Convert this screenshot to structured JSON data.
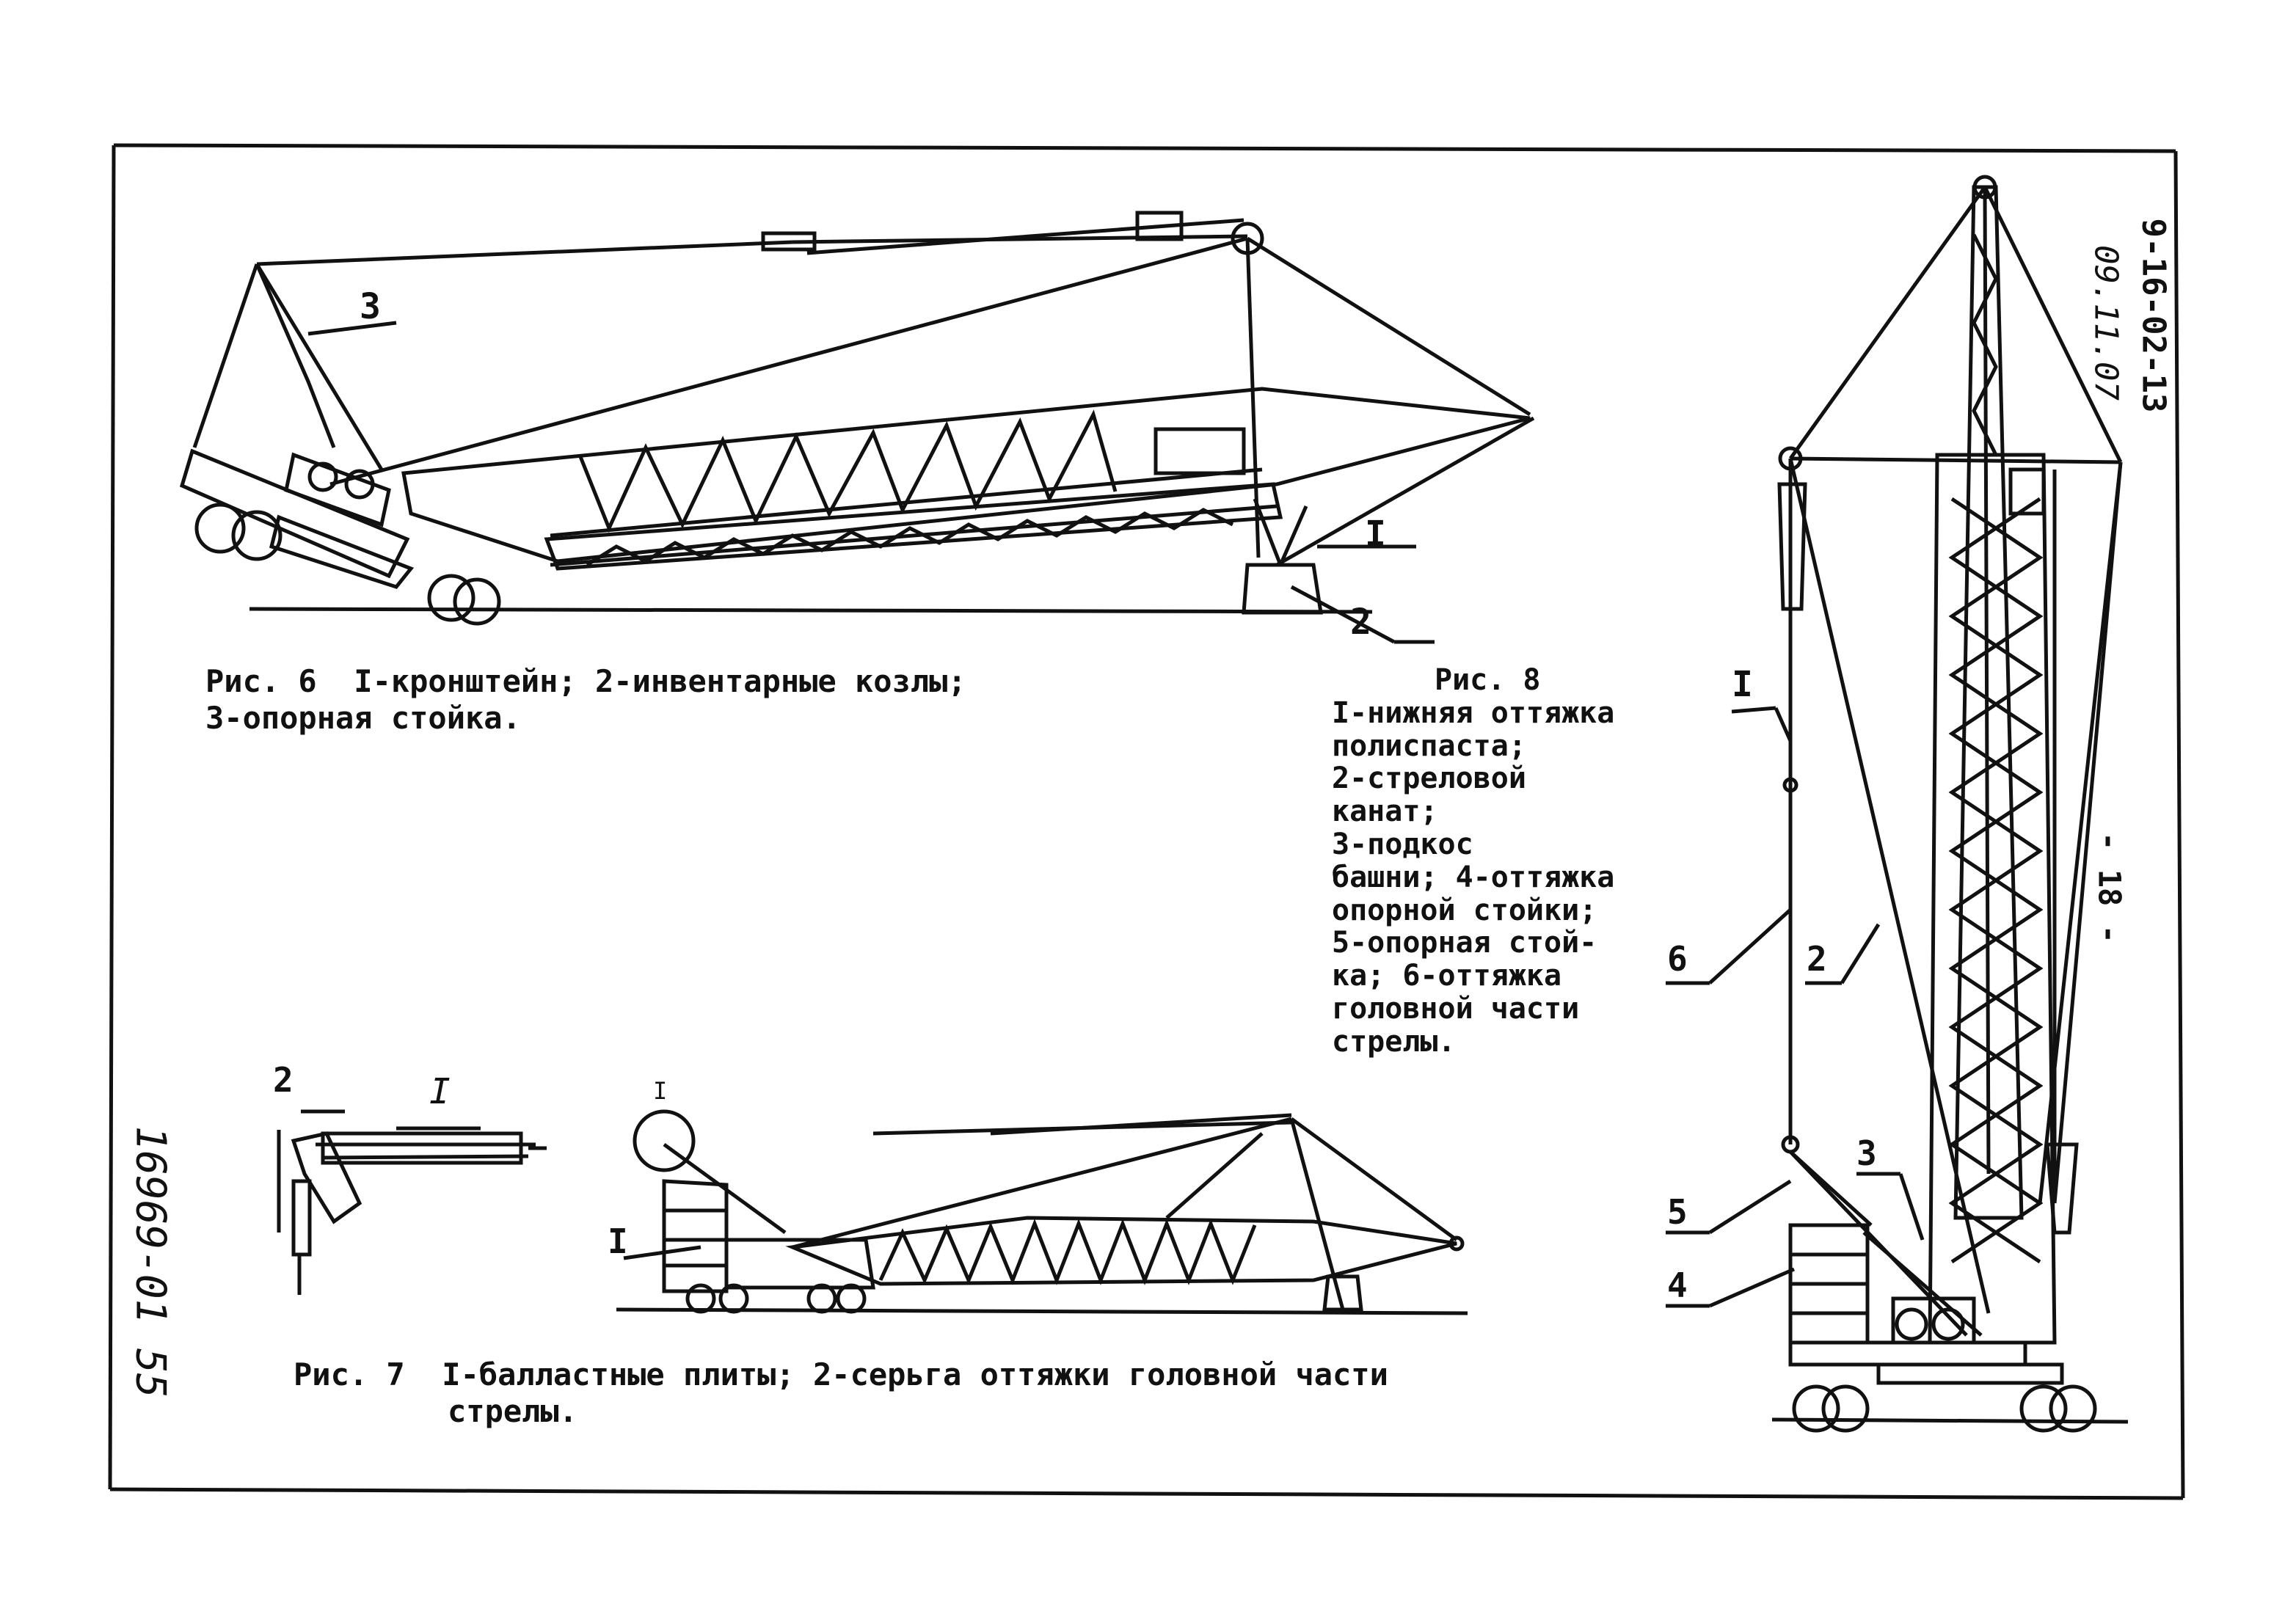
{
  "fig6": {
    "caption_line1": "Рис. 6  I-кронштейн; 2-инвентарные козлы;",
    "caption_line2": "3-опорная стойка.",
    "callouts": [
      "3",
      "I",
      "2"
    ]
  },
  "fig7": {
    "caption_line1": "Рис. 7  I-балластные плиты; 2-серьга оттяжки головной части",
    "caption_line2": "стрелы.",
    "detail_label": "I",
    "callouts": [
      "2",
      "I",
      "I"
    ]
  },
  "fig8": {
    "caption_lines": [
      "Рис. 8",
      "I-нижняя оттяжка",
      "полиспаста;",
      "2-стреловой",
      "канат;",
      "3-подкос",
      "башни; 4-оттяжка",
      "опорной стойки;",
      "5-опорная стой-",
      "ка; 6-оттяжка",
      "головной части",
      "стрелы."
    ],
    "callouts": [
      "I",
      "6",
      "2",
      "3",
      "5",
      "4"
    ]
  },
  "margin": {
    "doc_code": "9-16-02-13",
    "date": "09.11.07",
    "page_mark": "- 18 -",
    "inventory": "16969-01  55"
  }
}
